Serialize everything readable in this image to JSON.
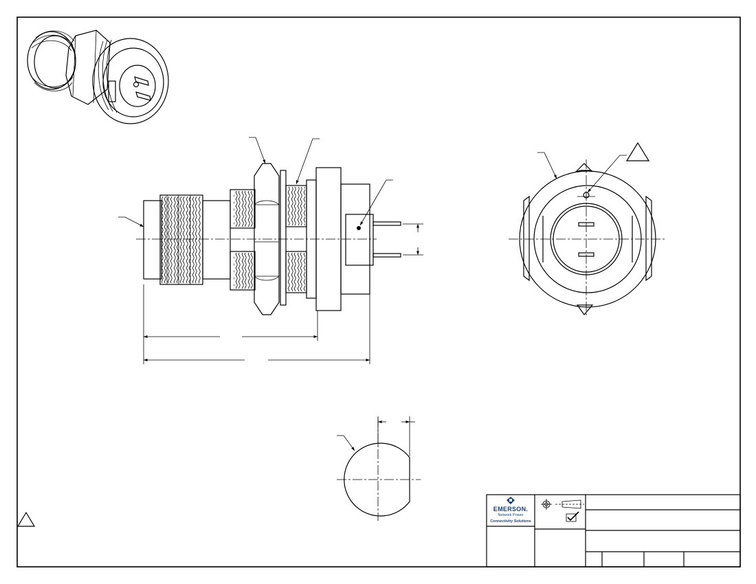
{
  "title_block": {
    "brand": "EMERSON.",
    "division": "Network Power",
    "group": "Connectivity Solutions"
  },
  "colors": {
    "line": "#000000",
    "brand": "#1a3f7a",
    "background": "#ffffff"
  },
  "icons": [
    "emerson-logo-icon",
    "third-angle-projection-icon",
    "checkmark-box-icon",
    "revision-triangle-icon"
  ]
}
